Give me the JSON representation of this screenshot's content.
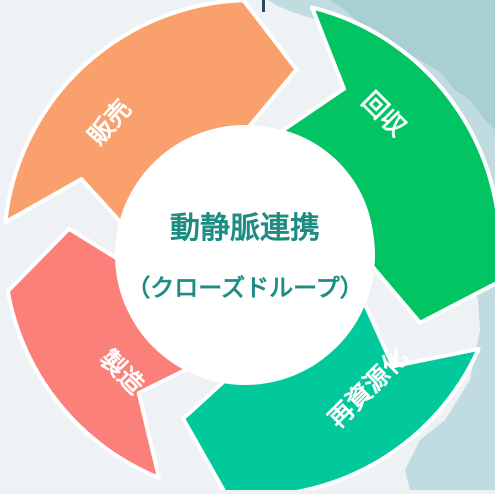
{
  "diagram": {
    "center": {
      "title": "動静脈連携",
      "subtitle": "（クローズドループ）"
    },
    "segments": [
      {
        "id": "sales",
        "label": "販売",
        "color": "#f9a06c"
      },
      {
        "id": "collection",
        "label": "回収",
        "color": "#03c463"
      },
      {
        "id": "recycling",
        "label": "再資源化",
        "color": "#02c99c"
      },
      {
        "id": "manufacturing",
        "label": "製造",
        "color": "#fb8079"
      }
    ],
    "background": {
      "panel_color": "#eef2f4",
      "map_color": "#b9d8dc"
    },
    "center_fill": "#ffffff"
  }
}
